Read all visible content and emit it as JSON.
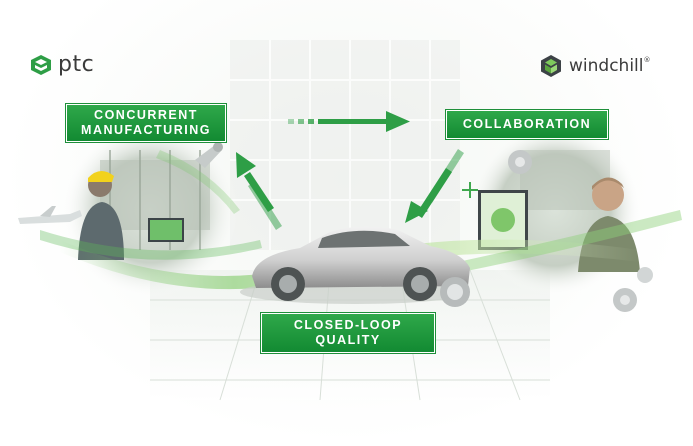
{
  "logos": {
    "left": "ptc",
    "right": "windchill",
    "right_mark": "®"
  },
  "steps": {
    "concurrent_manufacturing": "CONCURRENT\nMANUFACTURING",
    "collaboration": "COLLABORATION",
    "closed_loop_quality": "CLOSED-LOOP\nQUALITY"
  },
  "colors": {
    "brand_green": "#1e8f3a",
    "box_top": "#2fa84a",
    "box_bottom": "#128a32",
    "arrow_green": "#2e9e46",
    "logo_text": "#3b3b3b"
  },
  "icons": [
    "ptc-logo-icon",
    "windchill-logo-icon",
    "arrow-right-icon",
    "arrow-down-left-icon",
    "arrow-up-left-icon"
  ]
}
